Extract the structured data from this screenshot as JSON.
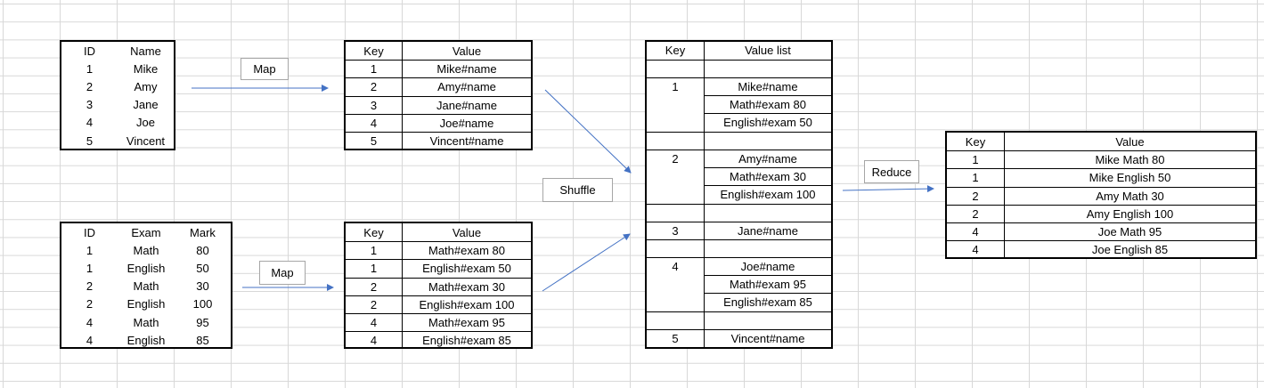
{
  "table_users": {
    "headers": [
      "ID",
      "Name"
    ],
    "rows": [
      [
        "1",
        "Mike"
      ],
      [
        "2",
        "Amy"
      ],
      [
        "3",
        "Jane"
      ],
      [
        "4",
        "Joe"
      ],
      [
        "5",
        "Vincent"
      ]
    ]
  },
  "table_exams": {
    "headers": [
      "ID",
      "Exam",
      "Mark"
    ],
    "rows": [
      [
        "1",
        "Math",
        "80"
      ],
      [
        "1",
        "English",
        "50"
      ],
      [
        "2",
        "Math",
        "30"
      ],
      [
        "2",
        "English",
        "100"
      ],
      [
        "4",
        "Math",
        "95"
      ],
      [
        "4",
        "English",
        "85"
      ]
    ]
  },
  "map_users": {
    "headers": [
      "Key",
      "Value"
    ],
    "rows": [
      [
        "1",
        "Mike#name"
      ],
      [
        "2",
        "Amy#name"
      ],
      [
        "3",
        "Jane#name"
      ],
      [
        "4",
        "Joe#name"
      ],
      [
        "5",
        "Vincent#name"
      ]
    ]
  },
  "map_exams": {
    "headers": [
      "Key",
      "Value"
    ],
    "rows": [
      [
        "1",
        "Math#exam 80"
      ],
      [
        "1",
        "English#exam 50"
      ],
      [
        "2",
        "Math#exam 30"
      ],
      [
        "2",
        "English#exam 100"
      ],
      [
        "4",
        "Math#exam 95"
      ],
      [
        "4",
        "English#exam 85"
      ]
    ]
  },
  "shuffle_table": {
    "headers": [
      "Key",
      "Value list"
    ],
    "groups": [
      {
        "key": "1",
        "values": [
          "Mike#name",
          "Math#exam 80",
          "English#exam 50"
        ]
      },
      {
        "key": "2",
        "values": [
          "Amy#name",
          "Math#exam 30",
          "English#exam 100"
        ]
      },
      {
        "key": "3",
        "values": [
          "Jane#name"
        ]
      },
      {
        "key": "4",
        "values": [
          "Joe#name",
          "Math#exam 95",
          "English#exam 85"
        ]
      },
      {
        "key": "5",
        "values": [
          "Vincent#name"
        ]
      }
    ]
  },
  "reduce_table": {
    "headers": [
      "Key",
      "Value"
    ],
    "rows": [
      [
        "1",
        "Mike Math 80"
      ],
      [
        "1",
        "Mike English 50"
      ],
      [
        "2",
        "Amy Math 30"
      ],
      [
        "2",
        "Amy English 100"
      ],
      [
        "4",
        "Joe Math 95"
      ],
      [
        "4",
        "Joe English 85"
      ]
    ]
  },
  "labels": {
    "map_top": "Map",
    "map_bottom": "Map",
    "shuffle": "Shuffle",
    "reduce": "Reduce"
  },
  "colors": {
    "arrow": "#4472c4",
    "grid": "#d8d8d8",
    "border": "#000000"
  }
}
